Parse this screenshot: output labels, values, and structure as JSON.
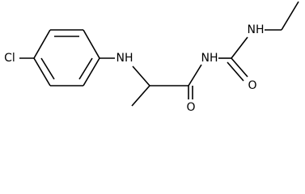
{
  "molecule": {
    "atoms": {
      "chlorine": "Cl",
      "aryl_amine": "NH",
      "imide_nitrogen": "NH",
      "ethyl_amine": "NH",
      "amide_oxygen": "O",
      "urea_oxygen": "O"
    }
  },
  "colors": {
    "bond": "#000000",
    "text": "#000000",
    "background": "#ffffff"
  }
}
